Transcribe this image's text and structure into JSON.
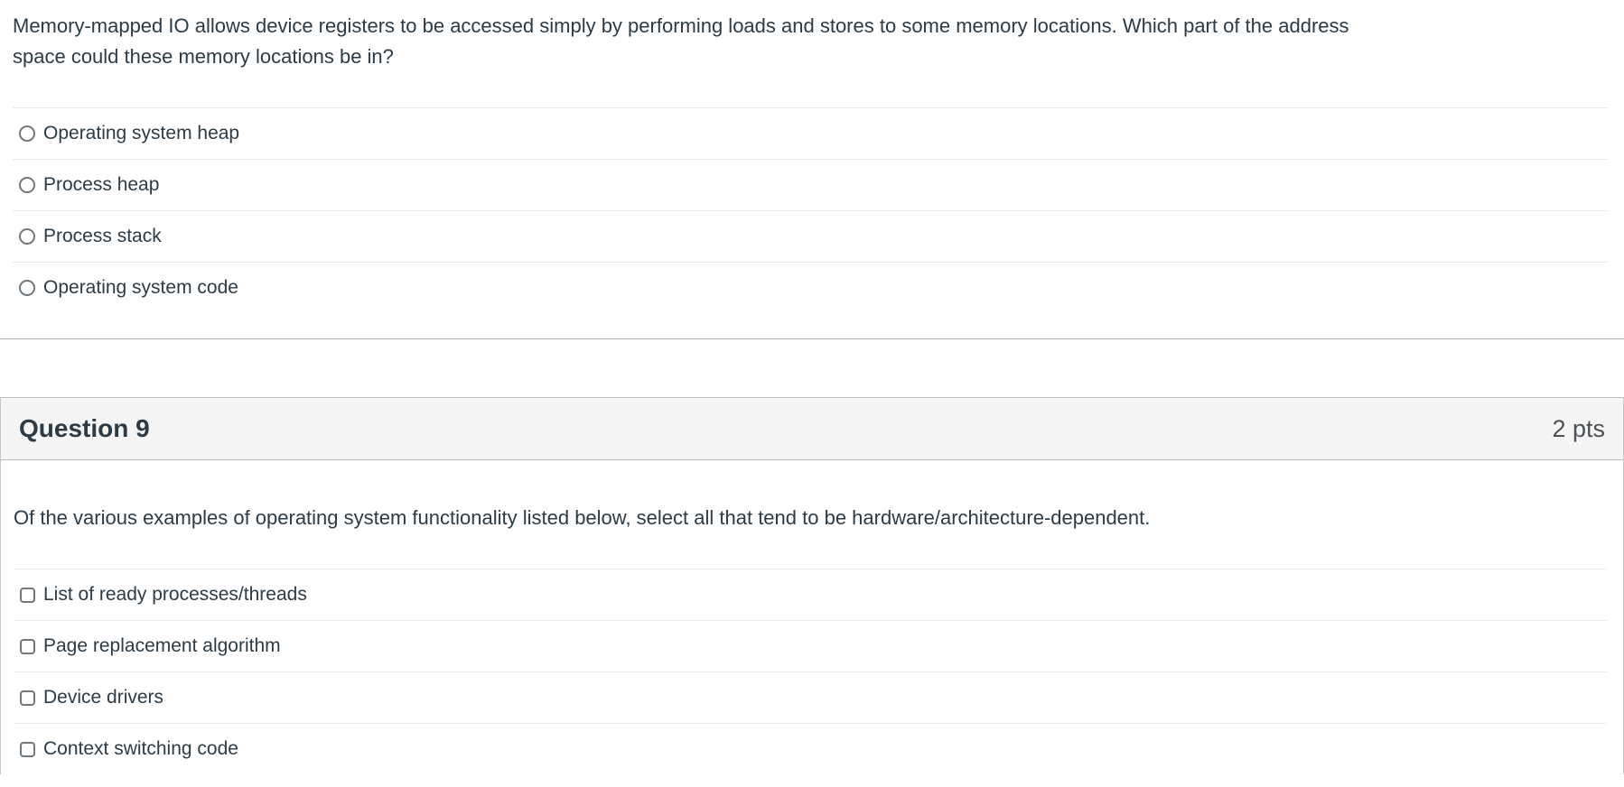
{
  "question_top": {
    "text": "Memory-mapped IO allows device registers to be accessed simply by performing loads and stores to some memory locations. Which part of the address space could these memory locations be in?",
    "type": "radio",
    "options": [
      "Operating system heap",
      "Process heap",
      "Process stack",
      "Operating system code"
    ]
  },
  "question9": {
    "header": {
      "title": "Question 9",
      "points": "2 pts"
    },
    "text": "Of the various examples of operating system functionality listed below, select all that tend to be hardware/architecture-dependent.",
    "type": "checkbox",
    "options": [
      "List of ready processes/threads",
      "Page replacement algorithm",
      "Device drivers",
      "Context switching code"
    ]
  },
  "colors": {
    "text": "#2d3b45",
    "header_bg": "#f5f5f6",
    "box_border": "#b8bdc1",
    "row_divider": "#e8eaec",
    "control_border": "#6f7780"
  }
}
